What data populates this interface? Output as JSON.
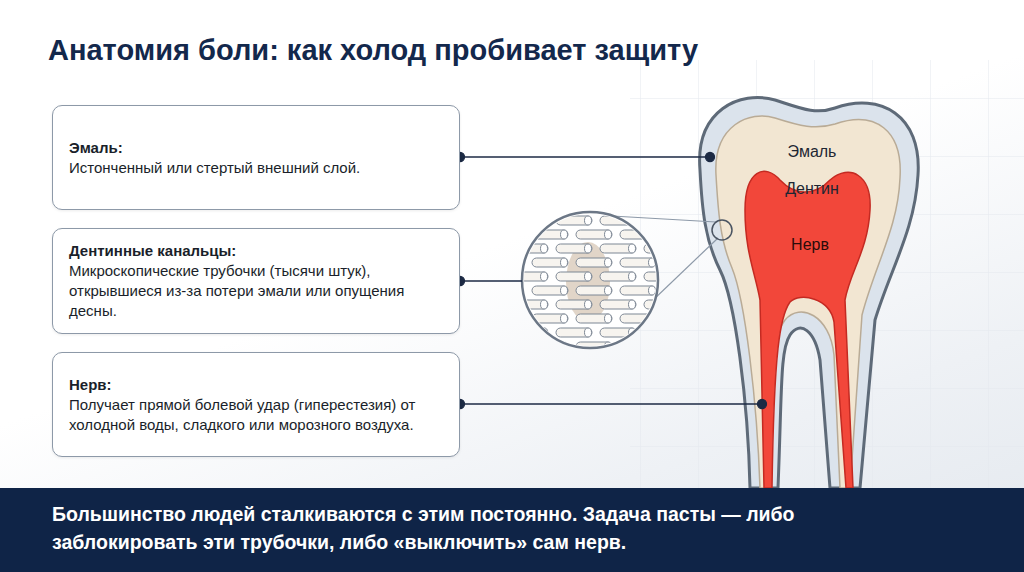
{
  "diagram": {
    "title": "Анатомия боли: как холод пробивает защиту",
    "caption": "Большинство людей сталкиваются с этим постоянно. Задача пасты — либо заблокировать эти трубочки, либо «выключить» сам нерв.",
    "nodes": [
      {
        "text": [
          "Эмаль:",
          "Истонченный или стертый внешний слой."
        ]
      },
      {
        "text": [
          "Дентинные канальцы:",
          "Микроскопические трубочки (тысячи штук), открывшиеся из-за потери эмали или опущения десны."
        ]
      },
      {
        "text": [
          "Нерв:",
          "Получает прямой болевой удар (гиперестезия) от холодной воды, сладкого или морозного воздуха."
        ]
      }
    ],
    "labels": [
      "Эмаль",
      "Дентин",
      "Нерв"
    ]
  }
}
